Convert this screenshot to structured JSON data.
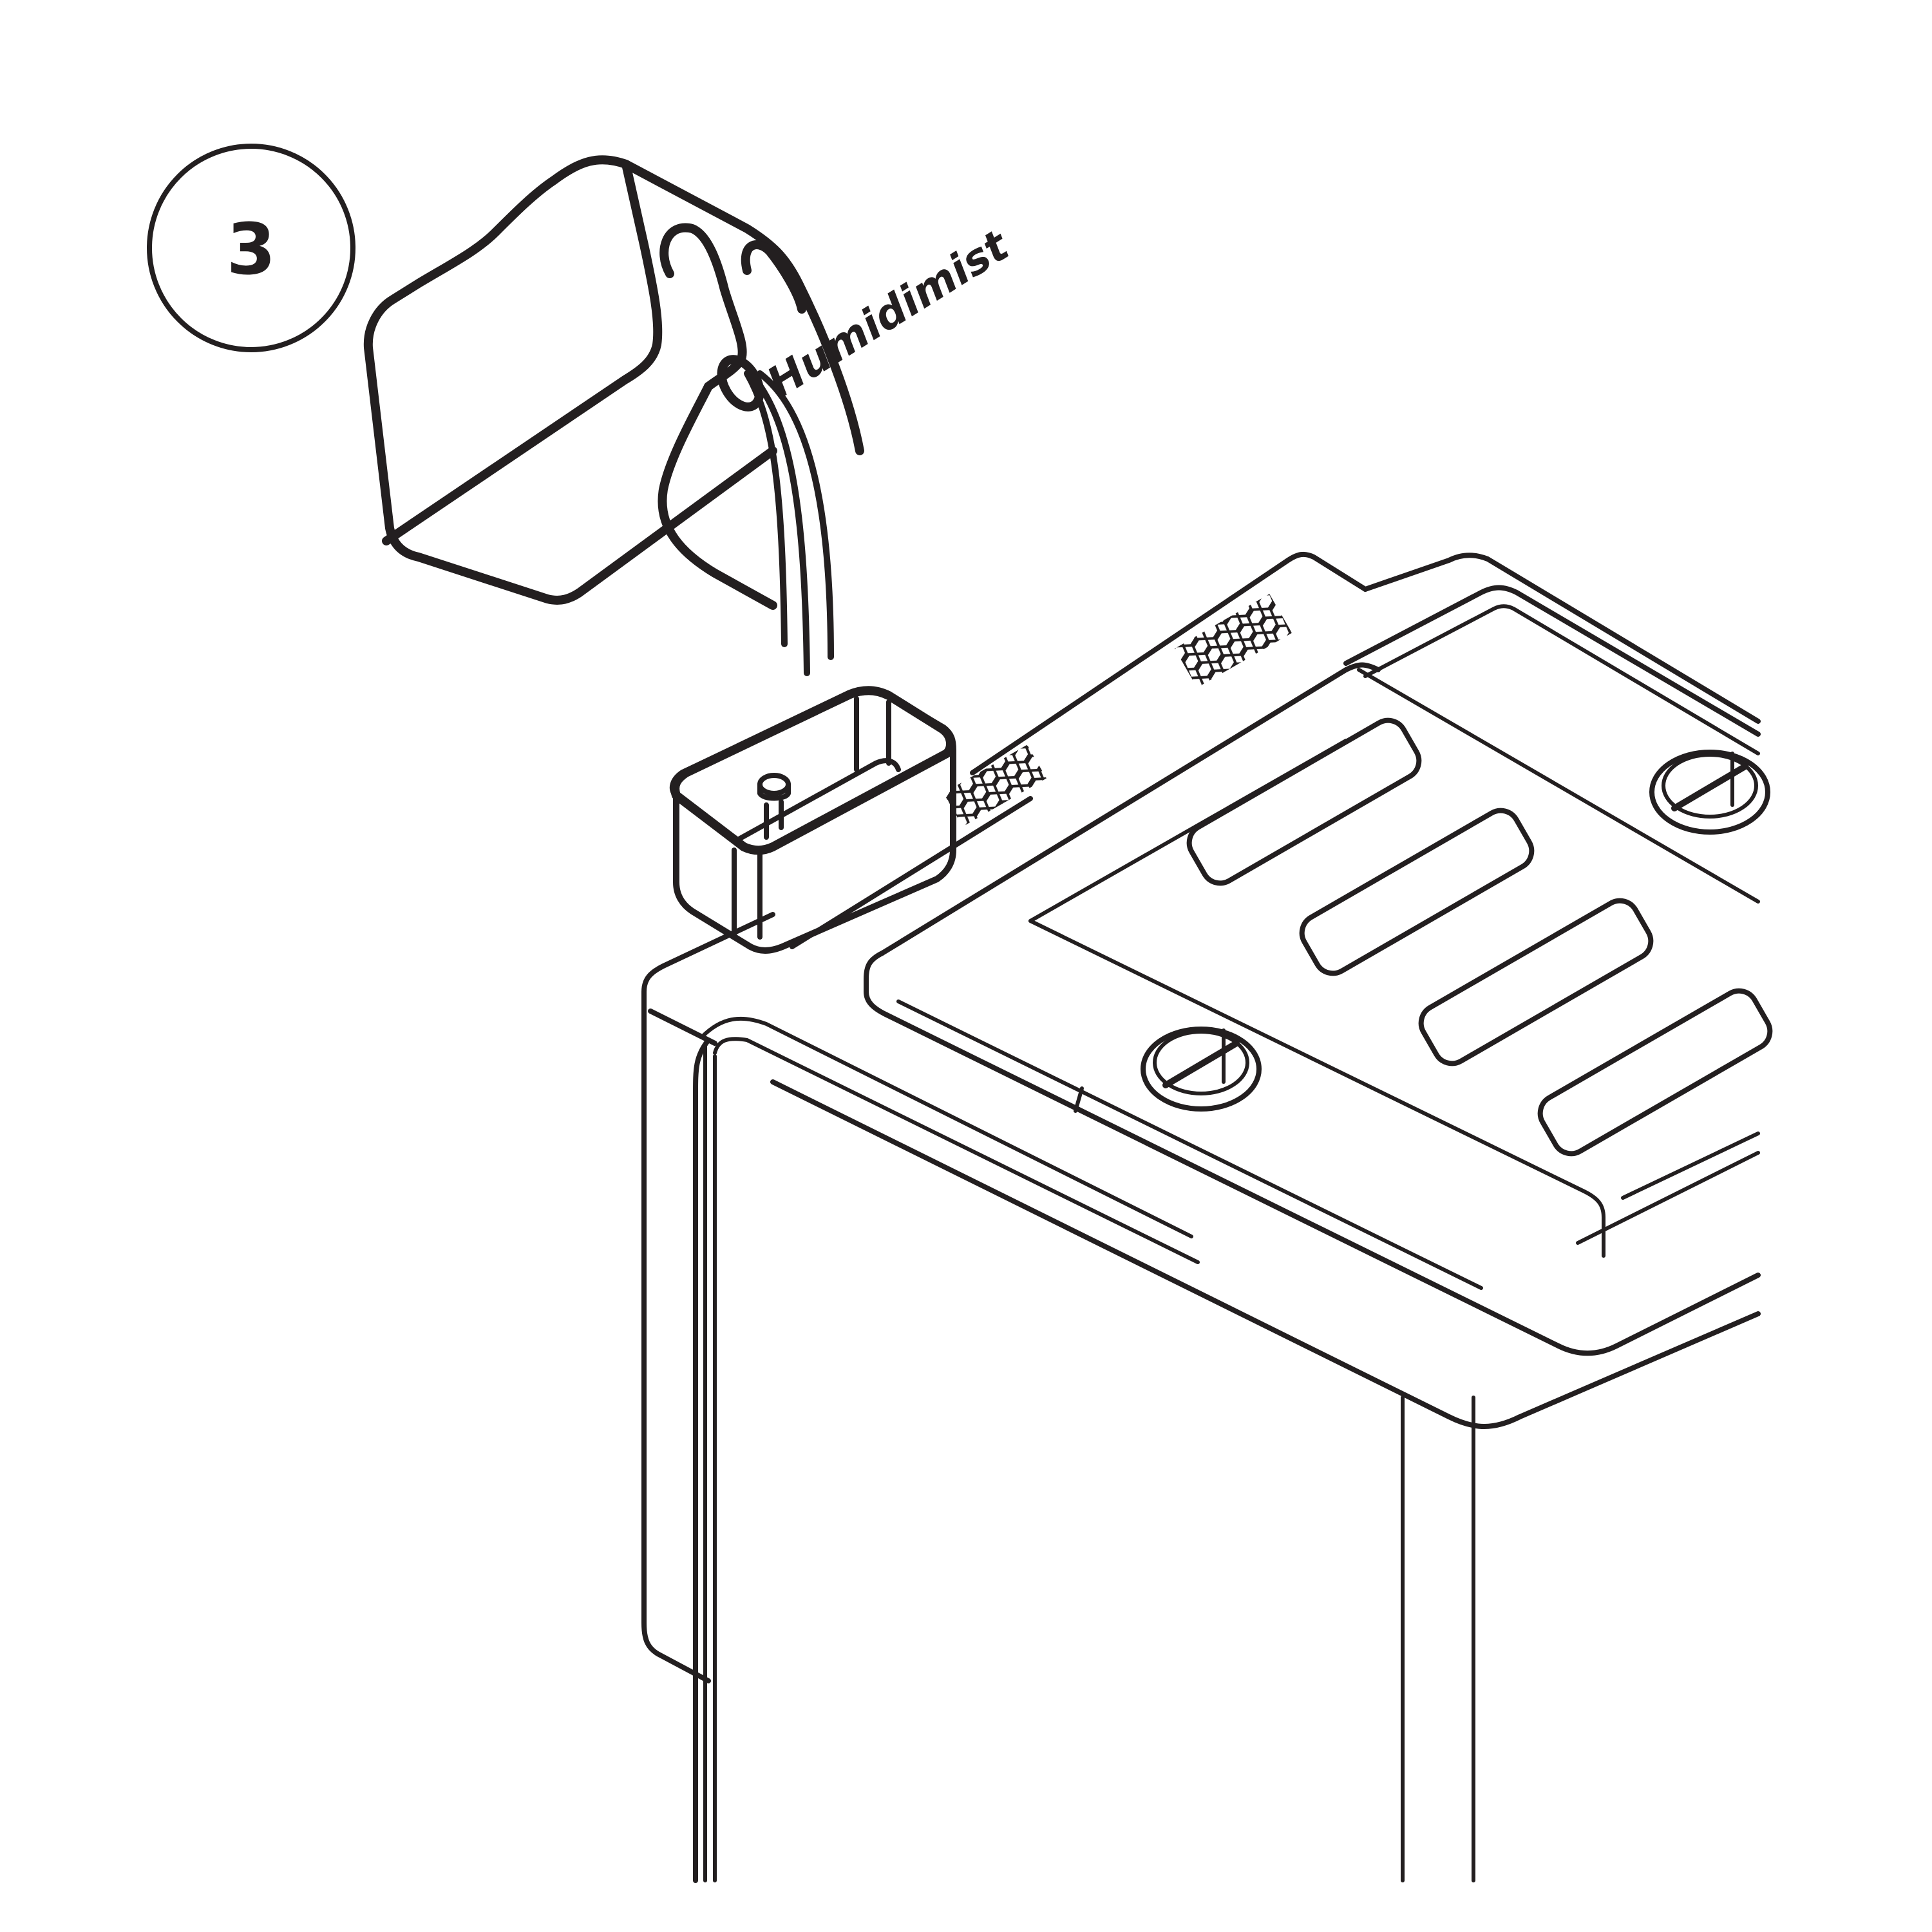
{
  "illustration": {
    "type": "instruction-step",
    "description": "Pour water from bottle into humidifier water tank",
    "step": {
      "number": "3"
    },
    "bottle": {
      "label": "Humidimist"
    },
    "colors": {
      "line": "#231f20",
      "tank_fill": "#b3b3b3",
      "background": "#ffffff"
    },
    "components": {
      "step_badge": "step-number-circle",
      "bottle": "water-bottle",
      "water_stream": "pouring-water",
      "tank": "water-tank",
      "humidifier_body": "humidifier-unit",
      "vents": [
        "mesh-vent-1",
        "mesh-vent-2",
        "mesh-vent-3",
        "mesh-vent-4"
      ],
      "knobs": [
        "twist-knob-1",
        "twist-knob-2"
      ]
    }
  }
}
